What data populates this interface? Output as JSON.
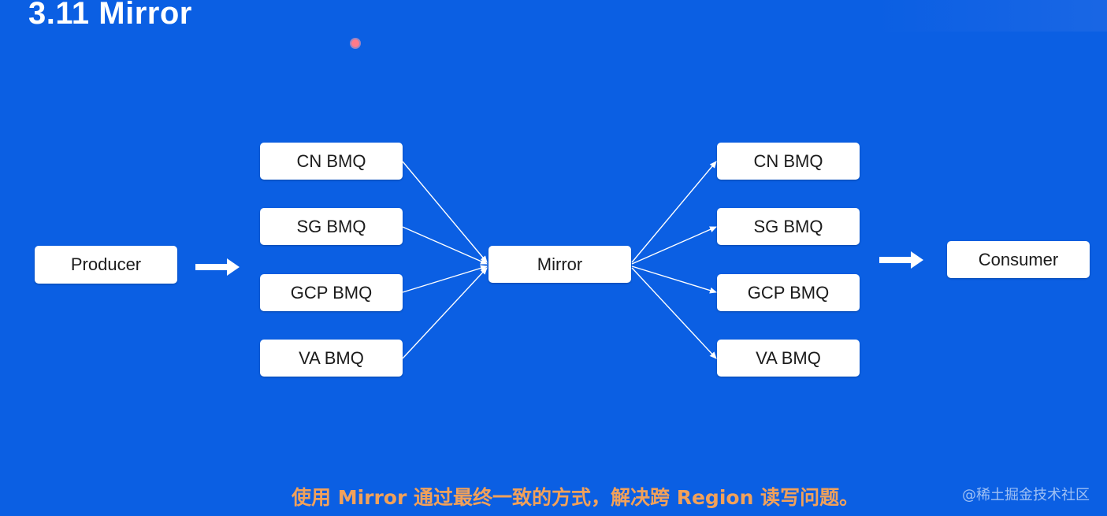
{
  "slide": {
    "title": "3.11 Mirror",
    "caption": "使用 Mirror 通过最终一致的方式，解决跨 Region 读写问题。",
    "watermark": "@稀土掘金技术社区"
  },
  "colors": {
    "background": "#0b5fe3",
    "node_fill": "#ffffff",
    "caption": "#f2a15a"
  },
  "diagram": {
    "producer": "Producer",
    "mirror": "Mirror",
    "consumer": "Consumer",
    "left_queues": [
      "CN BMQ",
      "SG BMQ",
      "GCP BMQ",
      "VA BMQ"
    ],
    "right_queues": [
      "CN BMQ",
      "SG BMQ",
      "GCP BMQ",
      "VA BMQ"
    ]
  }
}
